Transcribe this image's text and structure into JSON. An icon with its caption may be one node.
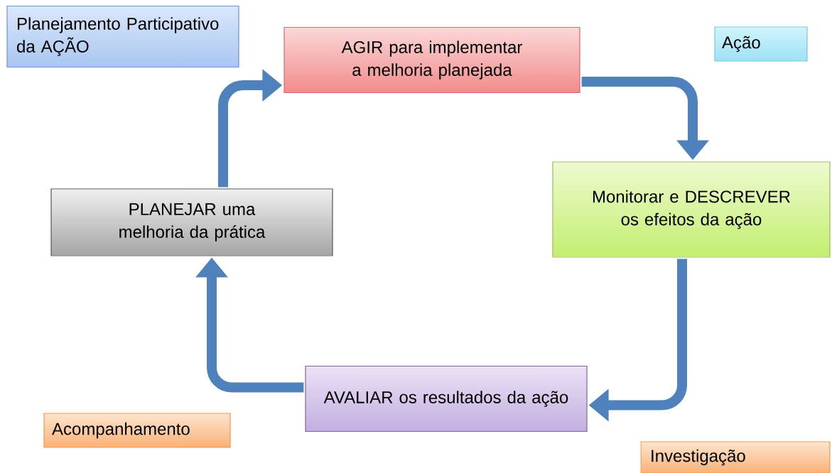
{
  "diagram": {
    "nodes": [
      {
        "text": [
          "Planejamento Participativo da AÇÃO"
        ]
      },
      {
        "text": [
          "AGIR para implementar a melhoria planejada"
        ]
      },
      {
        "text": [
          "Ação"
        ]
      },
      {
        "text": [
          "PLANEJAR uma melhoria da prática"
        ]
      },
      {
        "text": [
          "Monitorar e DESCREVER os efeitos da ação"
        ]
      },
      {
        "text": [
          "AVALIAR os resultados da ação"
        ]
      },
      {
        "text": [
          "Acompanhamento"
        ]
      },
      {
        "text": [
          "Investigação"
        ]
      }
    ],
    "edges": [
      {
        "from": 3,
        "to": 1,
        "arrow": "to"
      },
      {
        "from": 1,
        "to": 4,
        "arrow": "to"
      },
      {
        "from": 4,
        "to": 5,
        "arrow": "to"
      },
      {
        "from": 5,
        "to": 3,
        "arrow": "to"
      }
    ]
  }
}
